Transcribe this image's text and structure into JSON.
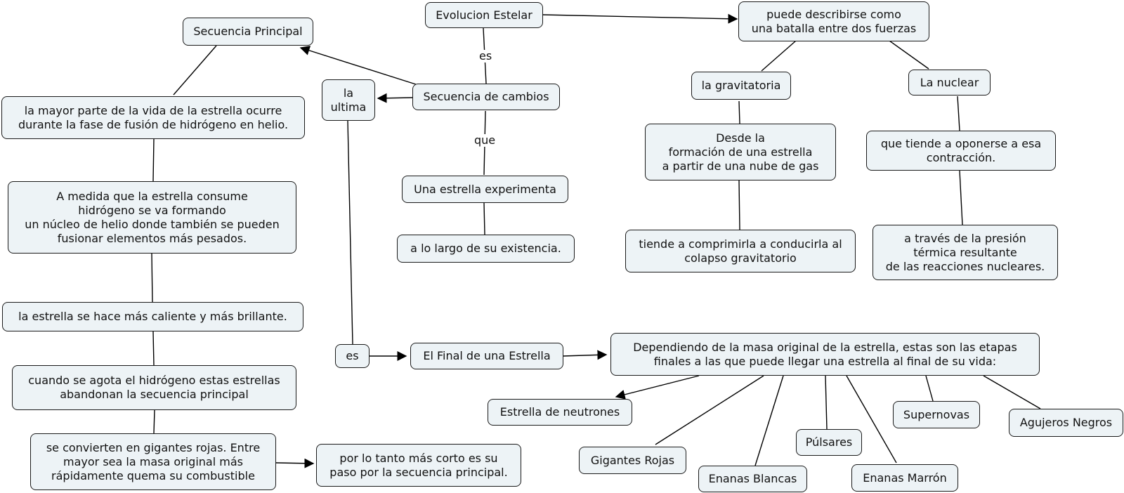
{
  "concept_map": {
    "nodes": {
      "evolucion": "Evolucion Estelar",
      "batalla": "puede describirse como\nuna batalla entre dos fuerzas",
      "secuencia_principal": "Secuencia Principal",
      "la_ultima": "la\nultima",
      "secuencia_cambios": "Secuencia de cambios",
      "gravitatoria": "la gravitatoria",
      "nuclear": "La nuclear",
      "mayor_parte": "la mayor parte de la vida de la estrella ocurre\ndurante la fase de fusión de hidrógeno en helio.",
      "desde_formacion": "Desde la\nformación de una estrella\na partir de una nube de gas",
      "oponerse": "que tiende a oponerse a esa\ncontracción.",
      "experimenta": "Una estrella experimenta",
      "a_medida": "A medida que la estrella consume\nhidrógeno se va formando\nun núcleo de helio donde también se pueden\nfusionar elementos más pesados.",
      "a_lo_largo": "a lo largo de su existencia.",
      "comprimirla": "tiende a comprimirla a conducirla al\ncolapso gravitatorio",
      "presion": "a través de la presión\ntérmica resultante\nde las reacciones nucleares.",
      "mas_caliente": "la estrella se hace más caliente y más brillante.",
      "es_node": "es",
      "final": "El Final de una Estrella",
      "dependiendo": "Dependiendo de la masa original de la estrella, estas son las etapas\nfinales a las que puede llegar una estrella al final de su vida:",
      "se_agota": "cuando se agota el hidrógeno estas estrellas\nabandonan la secuencia principal",
      "neutrones": "Estrella de neutrones",
      "supernovas": "Supernovas",
      "agujeros": "Agujeros Negros",
      "gigantes": "se convierten en gigantes rojas. Entre\nmayor sea la masa original más\nrápidamente quema su combustible",
      "mas_corto": "por lo tanto más corto es su\npaso por la secuencia principal.",
      "pulsares": "Púlsares",
      "gigantes_rojas": "Gigantes Rojas",
      "enanas_blancas": "Enanas Blancas",
      "enanas_marron": "Enanas Marrón"
    },
    "link_labels": {
      "es": "es",
      "que": "que"
    }
  }
}
